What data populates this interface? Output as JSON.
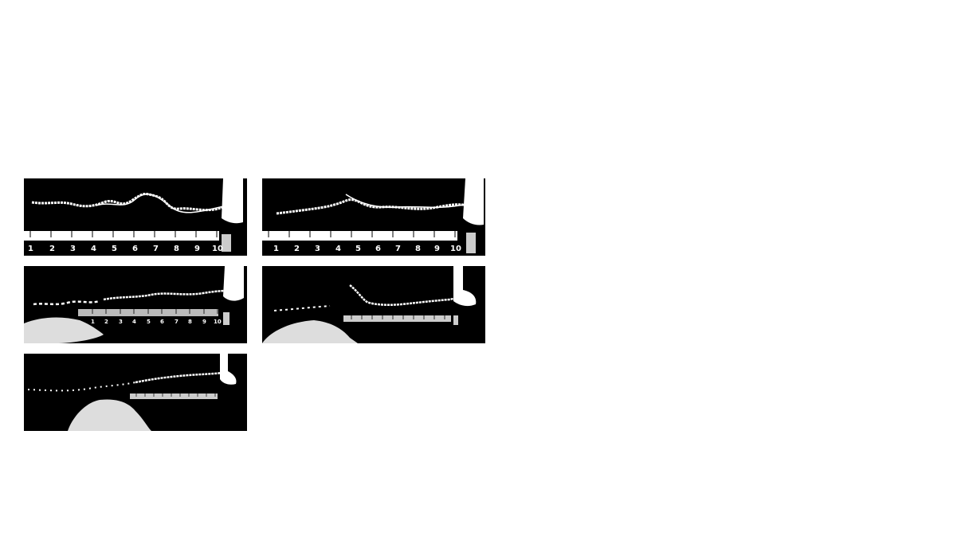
{
  "colors": {
    "background": "#ffffff",
    "panel": "#000000",
    "foreground": "#ffffff"
  },
  "panels": [
    {
      "id": "p1",
      "ruler": {
        "labels": [
          "1",
          "2",
          "3",
          "4",
          "5",
          "6",
          "7",
          "8",
          "9",
          "10"
        ],
        "large": true
      },
      "hand": false
    },
    {
      "id": "p2",
      "ruler": {
        "labels": [
          "1",
          "2",
          "3",
          "4",
          "5",
          "6",
          "7",
          "8",
          "9",
          "10"
        ],
        "large": true
      },
      "hand": false
    },
    {
      "id": "p3",
      "ruler": {
        "labels": [
          "1",
          "2",
          "3",
          "4",
          "5",
          "6",
          "7",
          "8",
          "9",
          "10"
        ],
        "large": false
      },
      "hand": true
    },
    {
      "id": "p4",
      "ruler": {
        "labels": [],
        "large": false
      },
      "hand": true
    },
    {
      "id": "p5",
      "ruler": {
        "labels": [],
        "large": false
      },
      "hand": true
    }
  ]
}
